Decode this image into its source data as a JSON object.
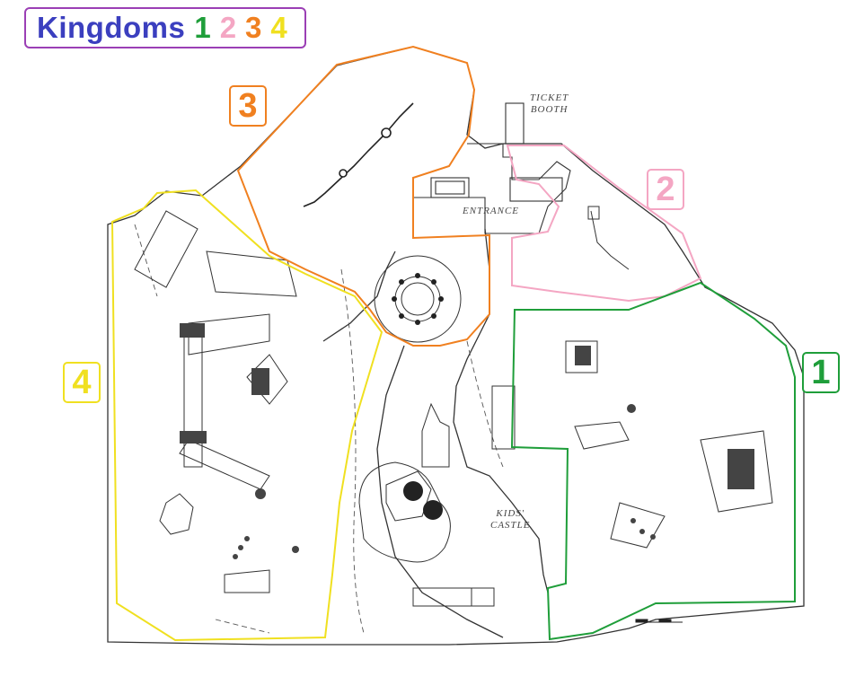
{
  "legend": {
    "title": "Kingdoms",
    "numbers": [
      {
        "label": "1",
        "color": "#1f9e3a"
      },
      {
        "label": "2",
        "color": "#f4a6c3"
      },
      {
        "label": "3",
        "color": "#f08020"
      },
      {
        "label": "4",
        "color": "#f0e020"
      }
    ]
  },
  "zones": [
    {
      "label": "1",
      "color": "#1f9e3a"
    },
    {
      "label": "2",
      "color": "#f4a6c3"
    },
    {
      "label": "3",
      "color": "#f08020"
    },
    {
      "label": "4",
      "color": "#f0e020"
    }
  ],
  "map_labels": {
    "ticket_booth": "TICKET\nBOOTH",
    "entrance": "ENTRANCE",
    "kids_castle": "KIDS'\nCASTLE"
  }
}
